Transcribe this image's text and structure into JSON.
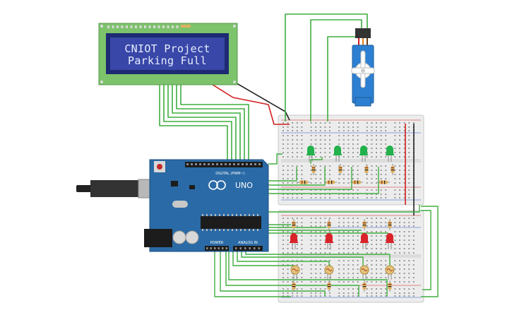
{
  "lcd": {
    "line1": "CNIOT Project",
    "line2": "Parking Full"
  },
  "arduino": {
    "brand_label": "UNO",
    "digital_label": "DIGITAL (PWM~)",
    "power_label": "POWER",
    "analog_label": "ANALOG IN"
  },
  "components": {
    "green_leds": 4,
    "red_leds": 4,
    "photoresistors": 4
  },
  "colors": {
    "wire": "#3fae3f",
    "power_wire": "#d21f1f",
    "ground_wire": "#222222",
    "lcd_board": "#7cc36b",
    "lcd_screen": "#3847a8",
    "arduino_board": "#2a6aa6",
    "breadboard": "#ececec",
    "servo": "#2d7fd1",
    "led_green": "#22b14c",
    "led_red": "#d9232a"
  }
}
